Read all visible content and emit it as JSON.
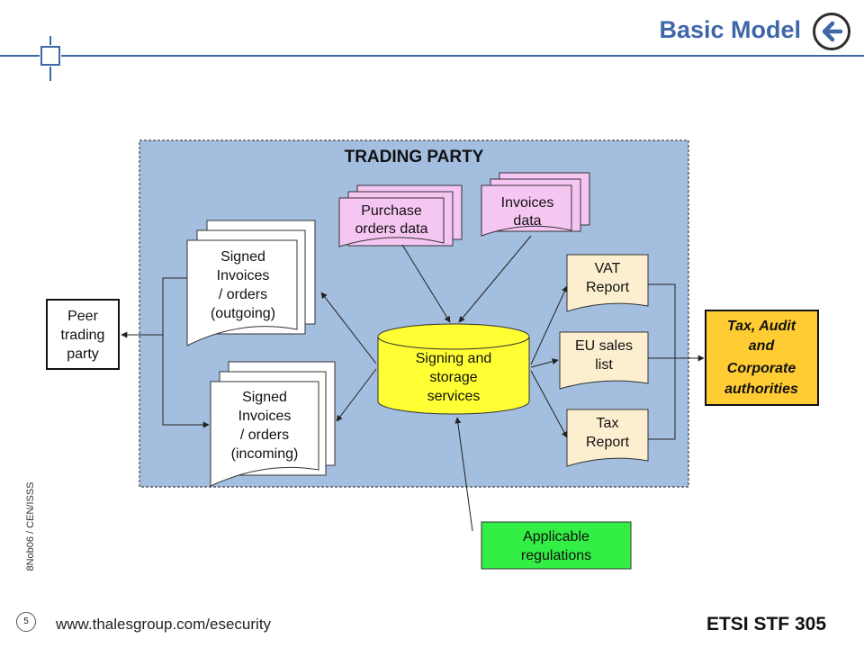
{
  "header": {
    "title": "Basic Model",
    "back_icon": "back-arrow-icon"
  },
  "footer": {
    "url": "www.thalesgroup.com/esecurity",
    "right": "ETSI STF 305",
    "page_number": "5",
    "side_text": "8Nob06 / CEN/ISSS"
  },
  "diagram": {
    "container_label": "TRADING PARTY",
    "nodes": {
      "purchase_orders": [
        "Purchase",
        "orders data"
      ],
      "invoices_data": [
        "Invoices",
        "data"
      ],
      "signed_outgoing": [
        "Signed",
        "Invoices",
        "/ orders",
        "(outgoing)"
      ],
      "signed_incoming": [
        "Signed",
        "Invoices",
        "/ orders",
        "(incoming)"
      ],
      "signing_services": [
        "Signing and",
        "storage",
        "services"
      ],
      "vat_report": [
        "VAT",
        "Report"
      ],
      "eu_sales": [
        "EU sales",
        "list"
      ],
      "tax_report": [
        "Tax",
        "Report"
      ],
      "peer": [
        "Peer",
        "trading",
        "party"
      ],
      "authorities": [
        "Tax, Audit",
        "and",
        "Corporate",
        "authorities"
      ],
      "regulations": [
        "Applicable",
        "regulations"
      ]
    },
    "colors": {
      "container": "#a4bedf",
      "pink": "#f6c6f2",
      "yellow": "#ffff33",
      "report": "#fcefd0",
      "gold": "#ffcc33",
      "green": "#33ee44",
      "accent": "#3f67a8"
    }
  }
}
